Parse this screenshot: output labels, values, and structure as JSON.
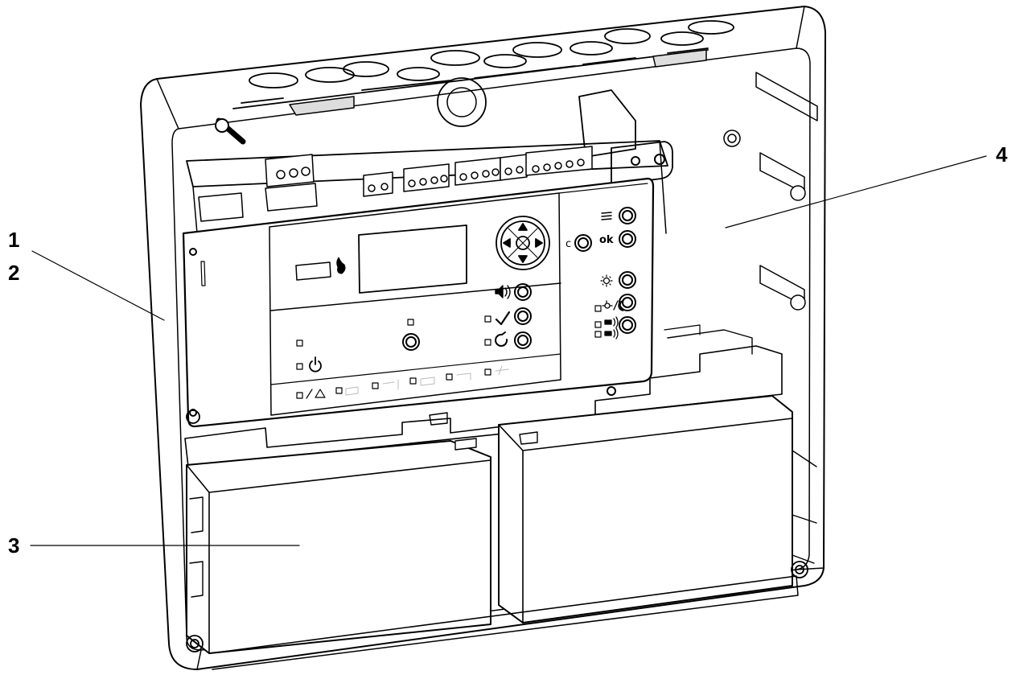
{
  "callouts": [
    {
      "id": "1",
      "label": "1"
    },
    {
      "id": "2",
      "label": "2"
    },
    {
      "id": "3",
      "label": "3"
    },
    {
      "id": "4",
      "label": "4"
    }
  ],
  "panel": {
    "button_c": "c",
    "button_ok": "ok"
  },
  "icons": [
    "fire-icon",
    "mute-icon",
    "check-icon",
    "reset-icon",
    "power-icon",
    "menu-icon",
    "light-icon",
    "day-night-icon",
    "siren-icon",
    "navigation-pad-icon",
    "fault-icon"
  ],
  "colors": {
    "line": "#000000",
    "housing": "#ffffff",
    "shade": "#d0d0d0"
  }
}
